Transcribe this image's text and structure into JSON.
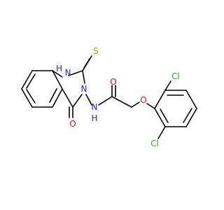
{
  "colors": {
    "bond": "#000000",
    "nitrogen": "#2020ff",
    "oxygen": "#ff0000",
    "sulfur": "#c8a000",
    "chlorine": "#1fb01f"
  },
  "atoms": {
    "n1": {
      "text": "N"
    },
    "n1_h": {
      "text": "H"
    },
    "s": {
      "text": "S"
    },
    "n3": {
      "text": "N"
    },
    "o4": {
      "text": "O"
    },
    "nh": {
      "text": "N"
    },
    "nh_h": {
      "text": "H"
    },
    "o_amide": {
      "text": "O"
    },
    "o_ether": {
      "text": "O"
    },
    "cl_top": {
      "text": "Cl"
    },
    "cl_bottom": {
      "text": "Cl"
    }
  }
}
